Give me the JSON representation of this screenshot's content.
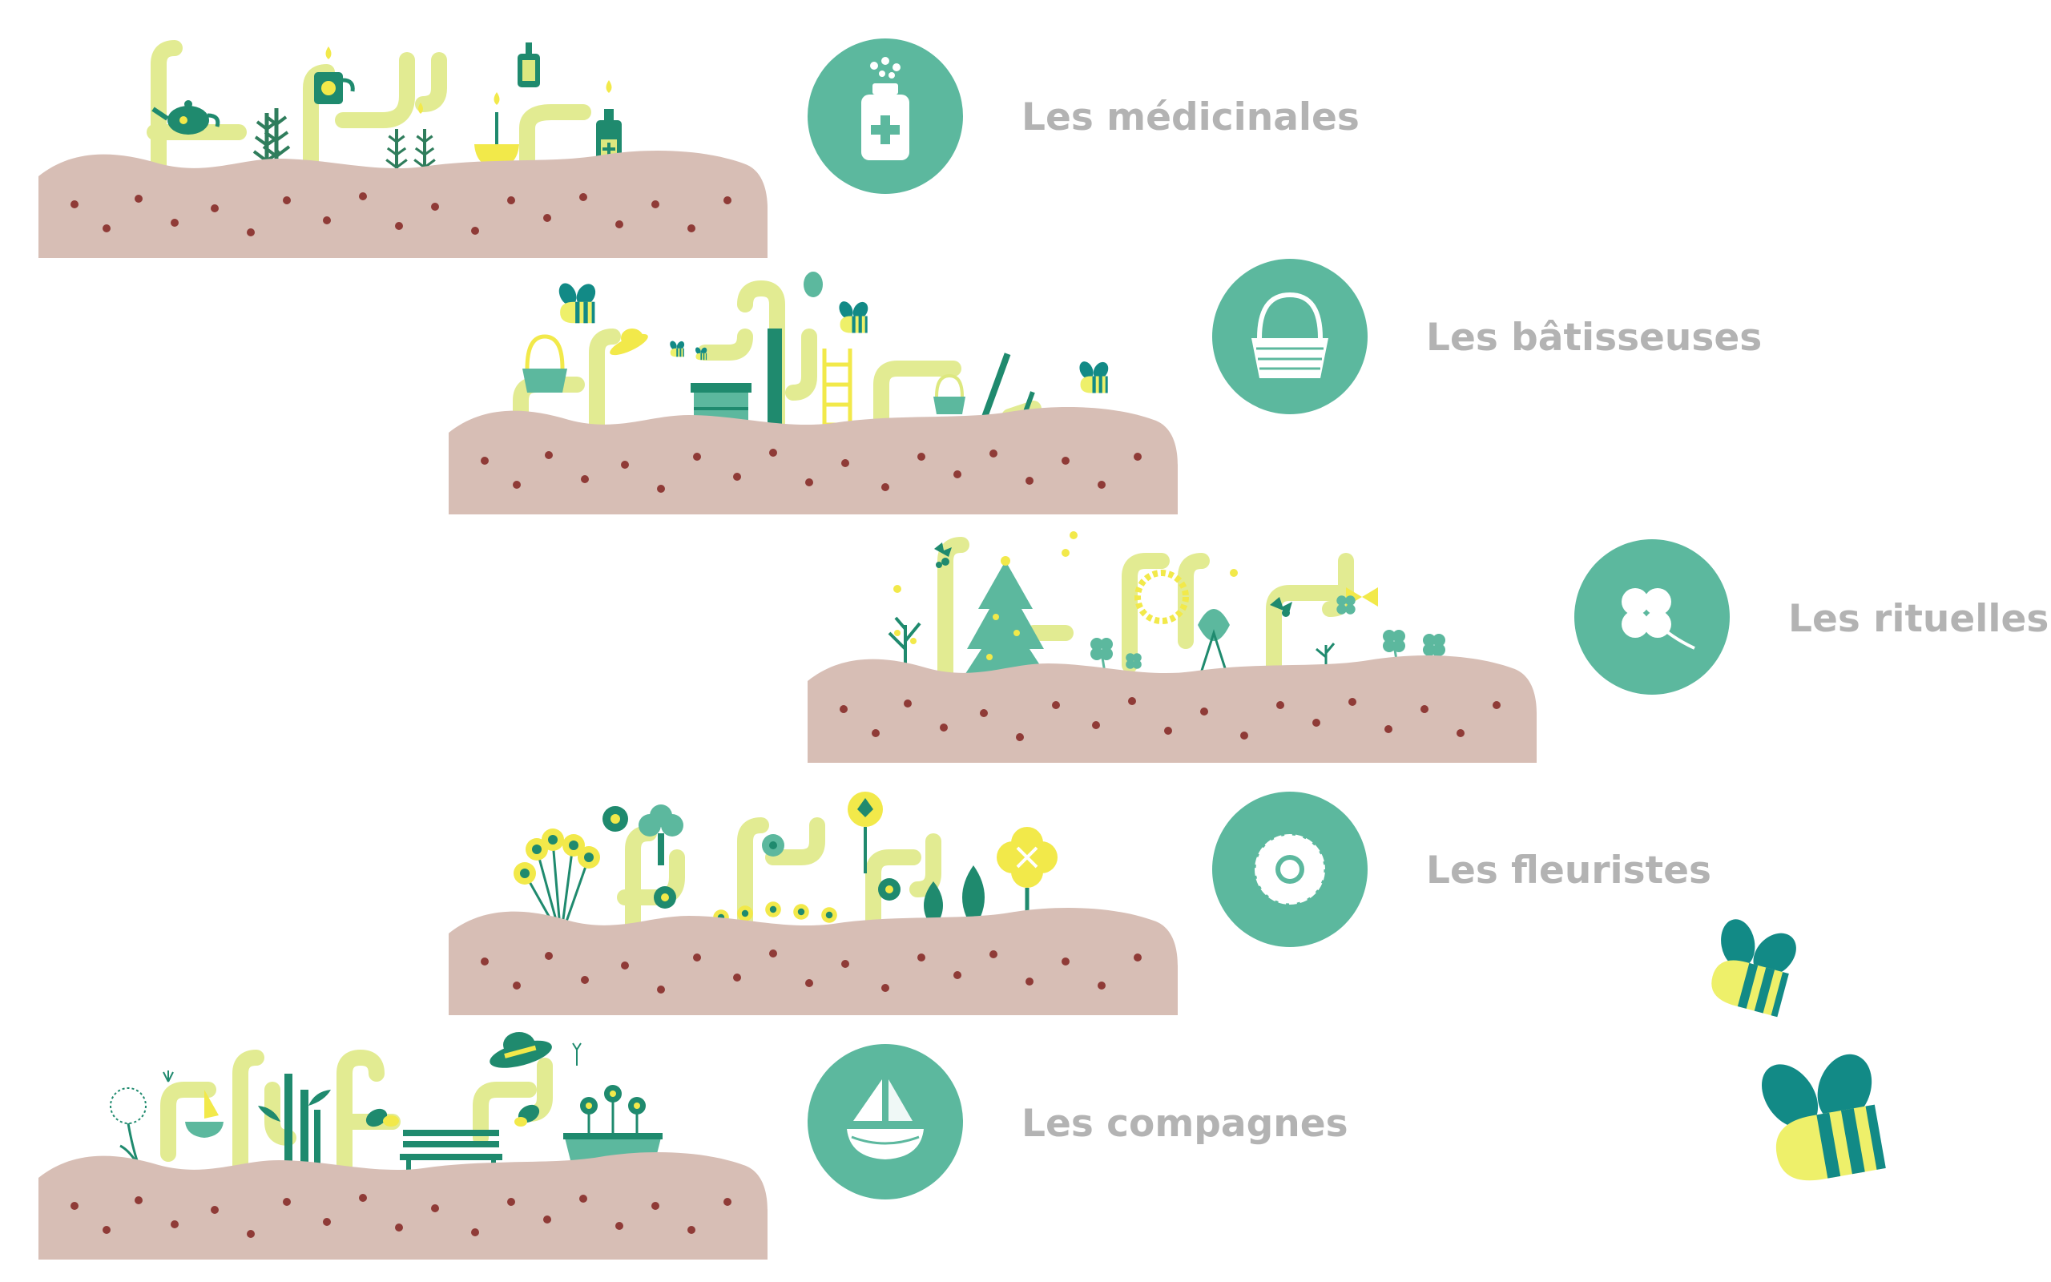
{
  "colors": {
    "soil": "#d7beb5",
    "soil_dot": "#8f3b37",
    "teal": "#5cb89e",
    "dark_green": "#1f8a6e",
    "lime": "#dde87f",
    "yellow": "#f2e94a",
    "label_gray": "#b3b3b3",
    "bee_teal": "#128a86",
    "bee_yellow": "#eef06a"
  },
  "categories": [
    {
      "label": "Les médicinales",
      "icon": "medicine-bottle-icon"
    },
    {
      "label": "Les bâtisseuses",
      "icon": "basket-icon"
    },
    {
      "label": "Les rituelles",
      "icon": "four-leaf-clover-icon"
    },
    {
      "label": "Les fleuristes",
      "icon": "daisy-icon"
    },
    {
      "label": "Les compagnes",
      "icon": "sailboat-icon"
    }
  ],
  "decorations": [
    "bee-icon",
    "bee-icon"
  ]
}
